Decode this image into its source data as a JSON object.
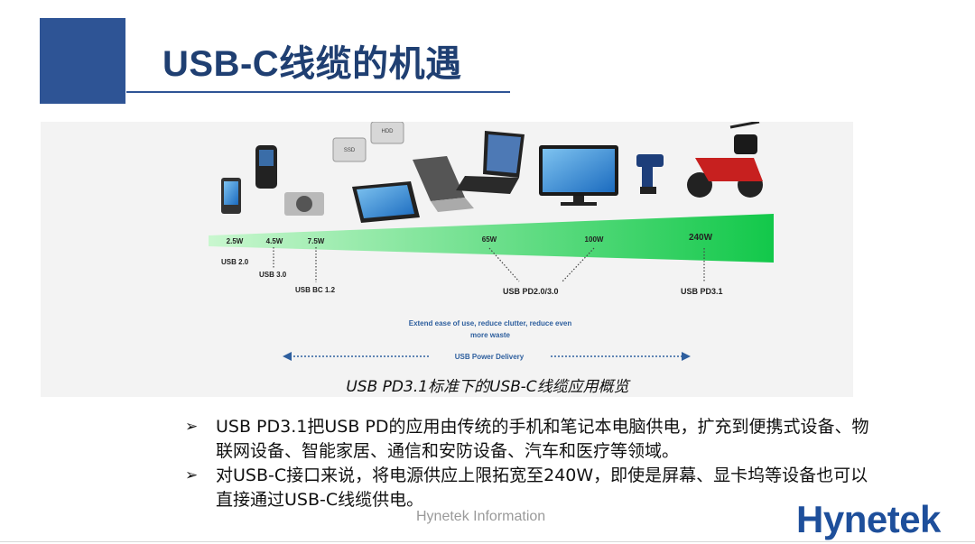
{
  "slide": {
    "title": "USB-C线缆的机遇",
    "caption": "USB PD3.1标准下的USB-C线缆应用概览",
    "bullets": [
      "USB PD3.1把USB PD的应用由传统的手机和笔记本电脑供电，扩充到便携式设备、物联网设备、智能家居、通信和安防设备、汽车和医疗等领域。",
      "对USB-C接口来说，将电源供应上限拓宽至240W，即使是屏幕、显卡坞等设备也可以直接通过USB-C线缆供电。"
    ],
    "bullet_mark": "➢",
    "watermark": "Hynetek Information",
    "logo": "Hynetek"
  },
  "figure": {
    "power_levels": [
      "2.5W",
      "4.5W",
      "7.5W",
      "65W",
      "100W",
      "240W"
    ],
    "standards": [
      "USB 2.0",
      "USB 3.0",
      "USB BC 1.2",
      "USB PD2.0/3.0",
      "USB PD3.1"
    ],
    "device_tags": {
      "hdd": "HDD",
      "ssd": "SSD"
    },
    "devices": [
      "phone-pda",
      "blackberry-phone",
      "camera",
      "ssd",
      "hdd",
      "tablet",
      "laptop-silver",
      "laptop-black",
      "monitor",
      "power-drill",
      "e-scooter"
    ],
    "tagline_line1": "Extend ease of use, reduce clutter, reduce even",
    "tagline_line2": "more waste",
    "arrow_label": "USB Power Delivery",
    "colors": {
      "green_light": "#c9f7cf",
      "green_dark": "#12c84a",
      "text_blue": "#2e5f9e"
    }
  }
}
